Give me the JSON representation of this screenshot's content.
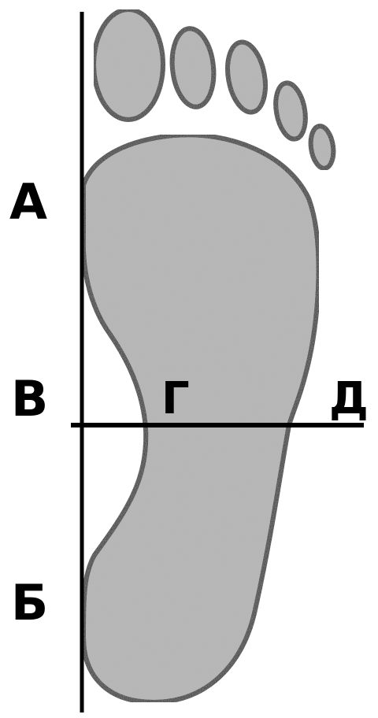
{
  "labels": {
    "a": "А",
    "v": "В",
    "b": "Б",
    "g": "Г",
    "d": "Д"
  },
  "colors": {
    "fill": "#b8b8b8",
    "stroke": "#000000",
    "background": "#ffffff"
  }
}
